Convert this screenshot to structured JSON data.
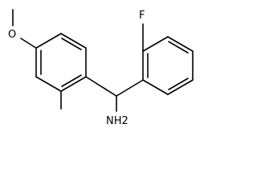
{
  "molecule": {
    "atoms": {
      "fluorine": "F",
      "oxygen": "O",
      "amine": "NH2"
    },
    "bond_color": "#000000",
    "background": "#ffffff"
  }
}
